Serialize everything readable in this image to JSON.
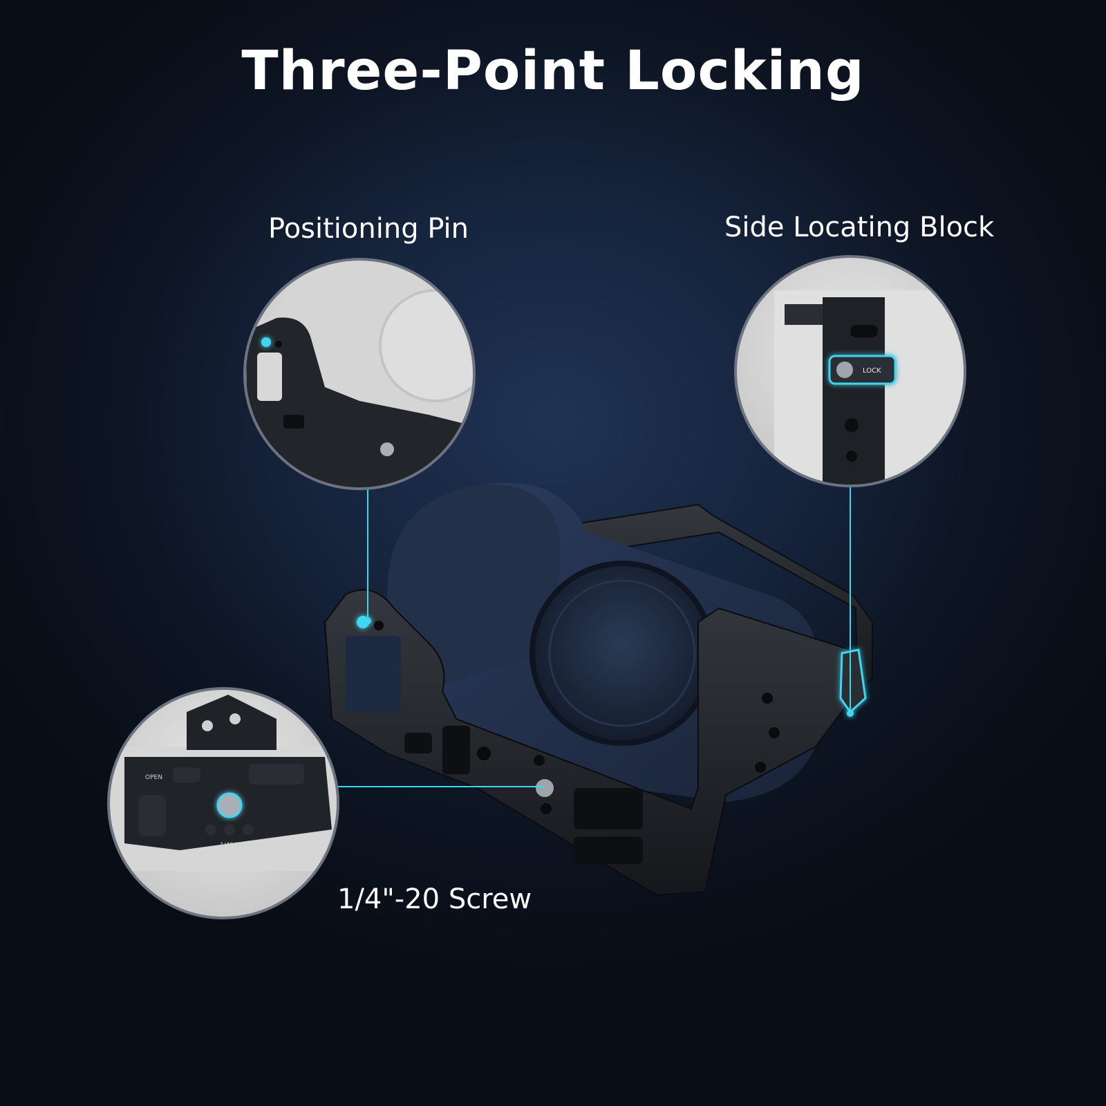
{
  "title": "Three-Point Locking",
  "callouts": {
    "positioning_pin": "Positioning Pin",
    "side_locating_block": "Side Locating Block",
    "screw": "1/4\"-20 Screw"
  },
  "engravings": {
    "lock": "LOCK",
    "open": "OPEN",
    "thread": "1/4\"-20"
  },
  "colors": {
    "accent": "#3fd6f0",
    "background": "#16243d",
    "cage": "#1c1f24"
  }
}
